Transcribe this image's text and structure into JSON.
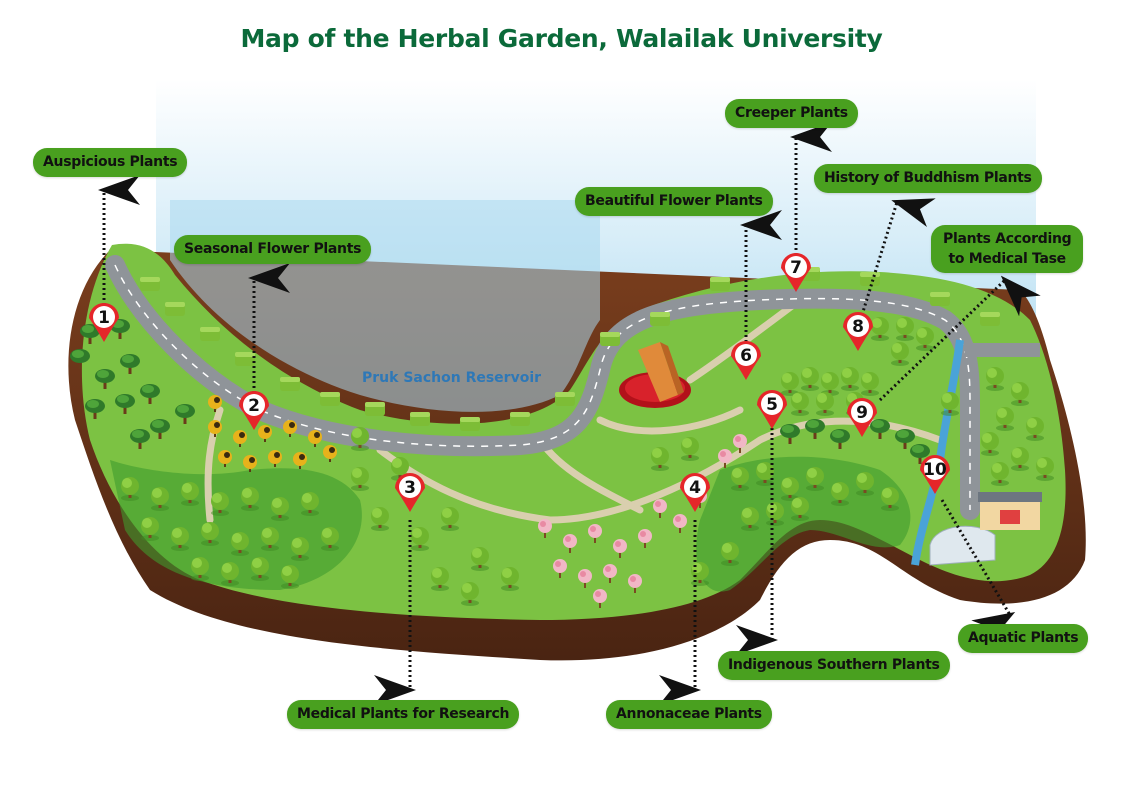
{
  "title": "Map of the Herbal Garden, Walailak University",
  "reservoir": {
    "name": "Pruk Sachon Reservoir"
  },
  "zones": [
    {
      "number": "1",
      "name": "Auspicious Plants"
    },
    {
      "number": "2",
      "name": "Seasonal Flower Plants"
    },
    {
      "number": "3",
      "name": "Medical Plants for Research"
    },
    {
      "number": "4",
      "name": "Annonaceae Plants"
    },
    {
      "number": "5",
      "name": "Indigenous Southern Plants"
    },
    {
      "number": "6",
      "name": "Beautiful Flower Plants"
    },
    {
      "number": "7",
      "name": "Creeper Plants"
    },
    {
      "number": "8",
      "name": "History of Buddhism Plants"
    },
    {
      "number": "9",
      "name_line1": "Plants According",
      "name_line2": "to Medical Tase"
    },
    {
      "number": "10",
      "name": "Aquatic Plants"
    }
  ],
  "colors": {
    "title": "#0b6a3a",
    "label_pill": "#49a01f",
    "marker": "#e5262a",
    "water": "#a9d8ef",
    "grass": "#7cc243",
    "soil": "#5a2e17",
    "road": "#9a9ea3"
  }
}
